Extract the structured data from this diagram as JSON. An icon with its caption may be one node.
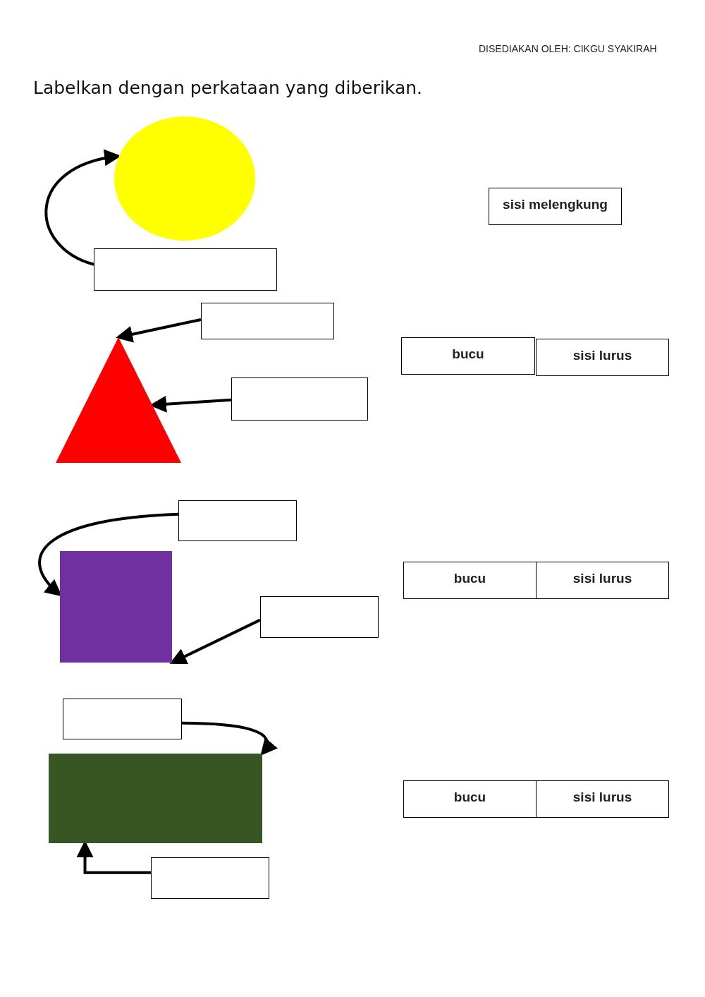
{
  "diagram": {
    "title": "Labelkan dengan perkataan yang diberikan.",
    "nodes": [
      {
        "text": [],
        "shape": "circle"
      },
      {
        "text": [],
        "shape": "box"
      },
      {
        "text": [
          "sisi melengkung"
        ]
      },
      {
        "text": [],
        "shape": "triangle"
      },
      {
        "text": [],
        "shape": "box"
      },
      {
        "text": [],
        "shape": "box"
      },
      {
        "text": [
          "bucu"
        ]
      },
      {
        "text": [
          "sisi lurus"
        ]
      },
      {
        "text": [],
        "shape": "square"
      },
      {
        "text": [],
        "shape": "box"
      },
      {
        "text": [],
        "shape": "box"
      },
      {
        "text": [
          "bucu"
        ]
      },
      {
        "text": [
          "sisi lurus"
        ]
      },
      {
        "text": [],
        "shape": "rectangle"
      },
      {
        "text": [],
        "shape": "box"
      },
      {
        "text": [],
        "shape": "box"
      },
      {
        "text": [
          "bucu"
        ]
      },
      {
        "text": [
          "sisi lurus"
        ]
      }
    ],
    "edges": [
      {
        "from": 1,
        "to": 0,
        "arrow": "to"
      },
      {
        "from": 4,
        "to": 3,
        "arrow": "to"
      },
      {
        "from": 5,
        "to": 3,
        "arrow": "to"
      },
      {
        "from": 9,
        "to": 8,
        "arrow": "to"
      },
      {
        "from": 10,
        "to": 8,
        "arrow": "to"
      },
      {
        "from": 14,
        "to": 13,
        "arrow": "to"
      },
      {
        "from": 15,
        "to": 13,
        "arrow": "to"
      }
    ],
    "labels": [
      "DISEDIAKAN OLEH: CIKGU SYAKIRAH"
    ]
  }
}
